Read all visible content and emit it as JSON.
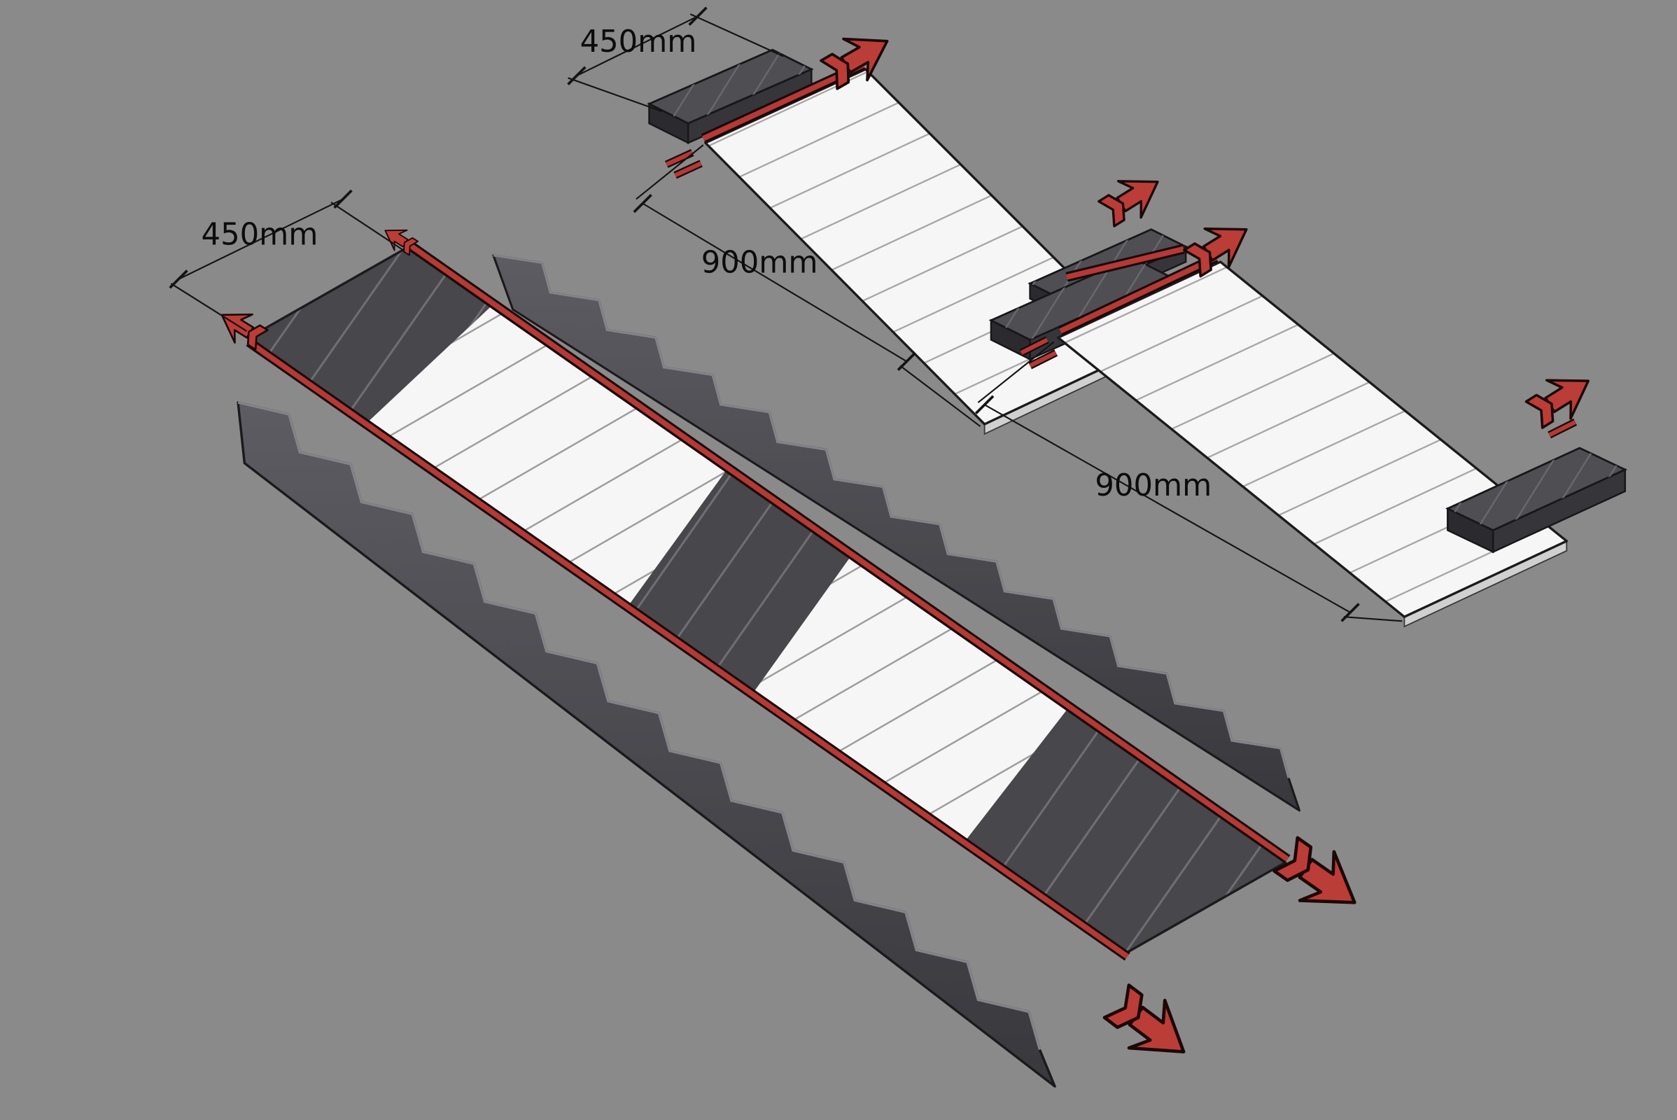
{
  "diagram": {
    "background_color": "#8a8a8a",
    "colors": {
      "panel_white": "#f6f6f6",
      "panel_edge": "#d0d0d0",
      "slab_gray": "#4e4e53",
      "slab_side": "#35353a",
      "slab_side_dark": "#2b2b2f",
      "stringer_gray": "#4a4a4f",
      "dark_section": "#47474c",
      "rail_red": "#b23a37",
      "arrow_red": "#bb3d38",
      "dimension_color": "#141414"
    },
    "labels": {
      "dim_upper_width": "450mm",
      "dim_upper_length": "900mm",
      "dim_right_length": "900mm",
      "dim_left_width": "450mm"
    }
  }
}
